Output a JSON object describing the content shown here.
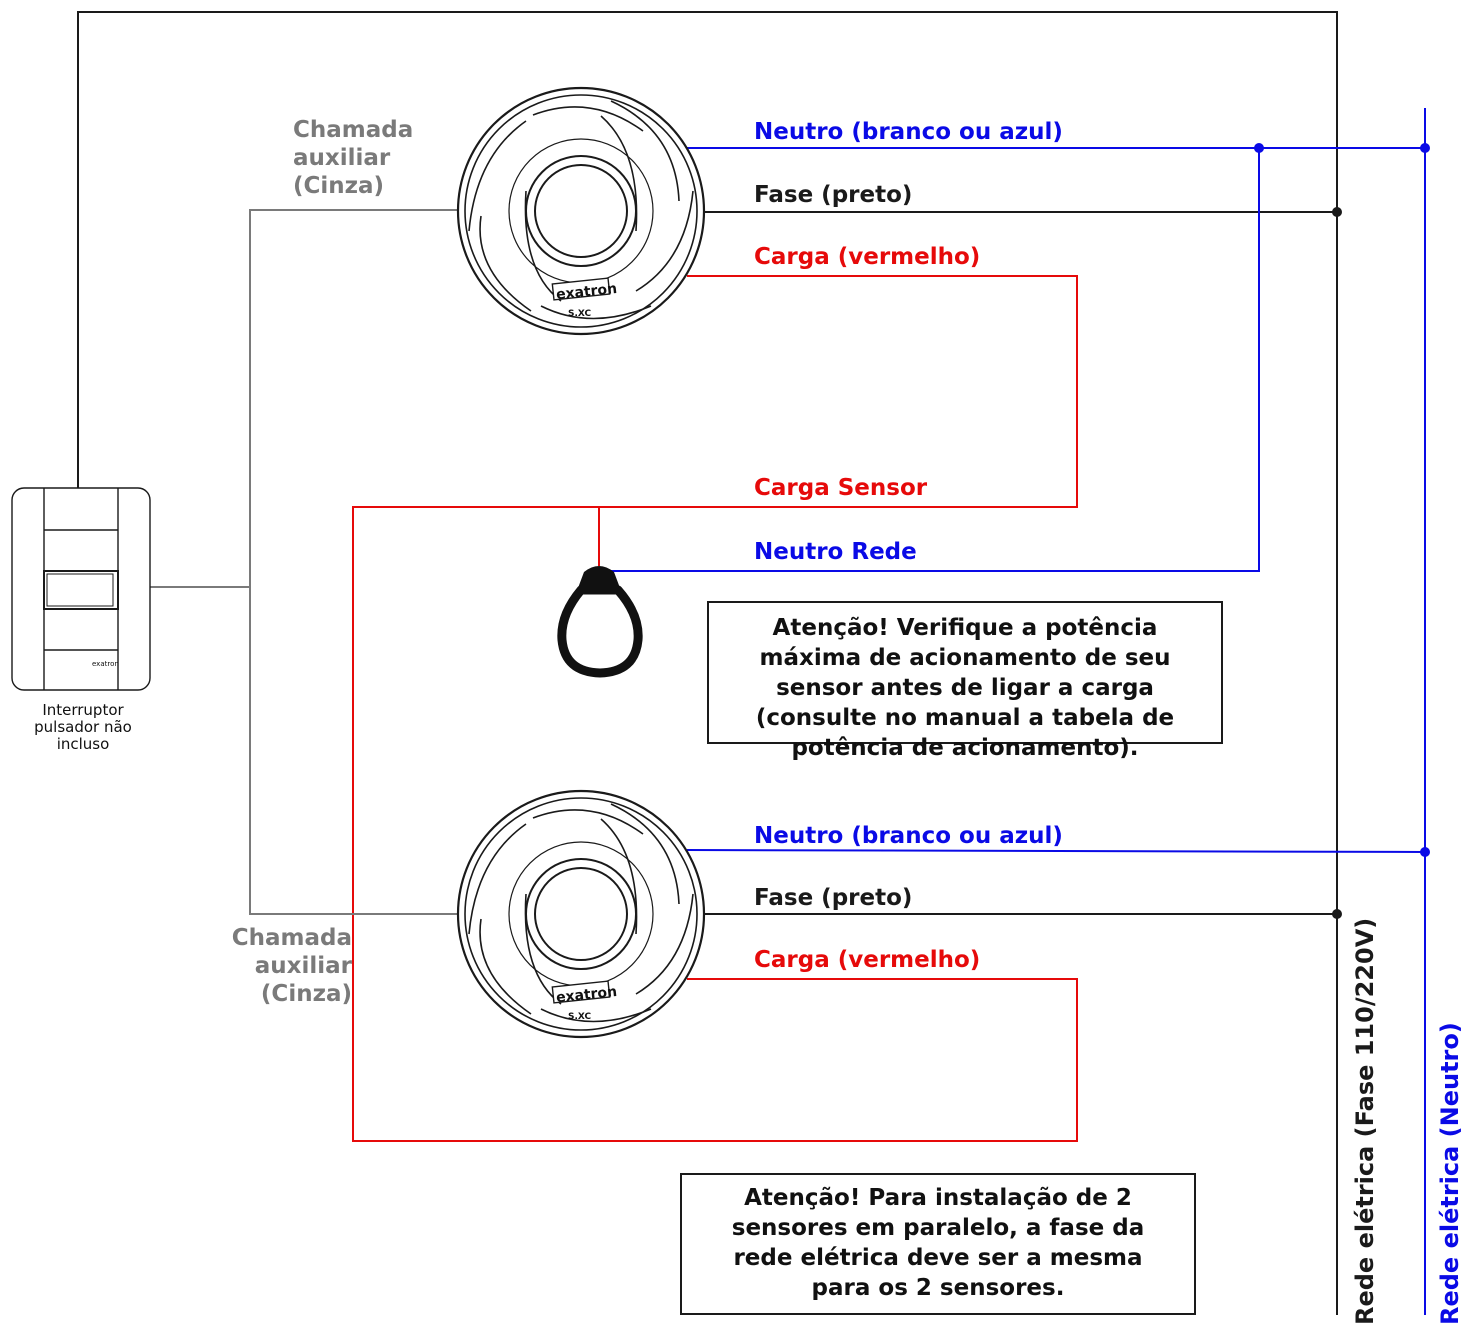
{
  "labels": {
    "sensor1": {
      "neutral": "Neutro (branco ou azul)",
      "phase": "Fase (preto)",
      "load": "Carga (vermelho)",
      "aux_call": [
        "Chamada",
        "auxiliar",
        "(Cinza)"
      ]
    },
    "sensor2": {
      "neutral": "Neutro (branco ou azul)",
      "phase": "Fase (preto)",
      "load": "Carga (vermelho)",
      "aux_call": [
        "Chamada",
        "auxiliar",
        "(Cinza)"
      ]
    },
    "load_sensor": "Carga Sensor",
    "neutral_grid": "Neutro Rede",
    "grid_phase": "Rede elétrica (Fase 110/220V)",
    "grid_neutral": "Rede elétrica (Neutro)",
    "switch_caption": [
      "Interruptor",
      "pulsador não",
      "incluso"
    ],
    "brand": "exatron",
    "model": "S.XC"
  },
  "notes": {
    "warning_power": "Atenção! Verifique a potência máxima de acionamento de seu sensor antes de ligar a carga (consulte no manual a tabela de potência de acionamento).",
    "warning_parallel": "Atenção! Para instalação de 2 sensores em paralelo, a fase da rede elétrica deve ser a mesma para os 2 sensores."
  },
  "colors": {
    "neutral": "#0a0ae6",
    "phase": "#1a1a1a",
    "load": "#e60a0a",
    "aux": "#7a7a7a"
  }
}
